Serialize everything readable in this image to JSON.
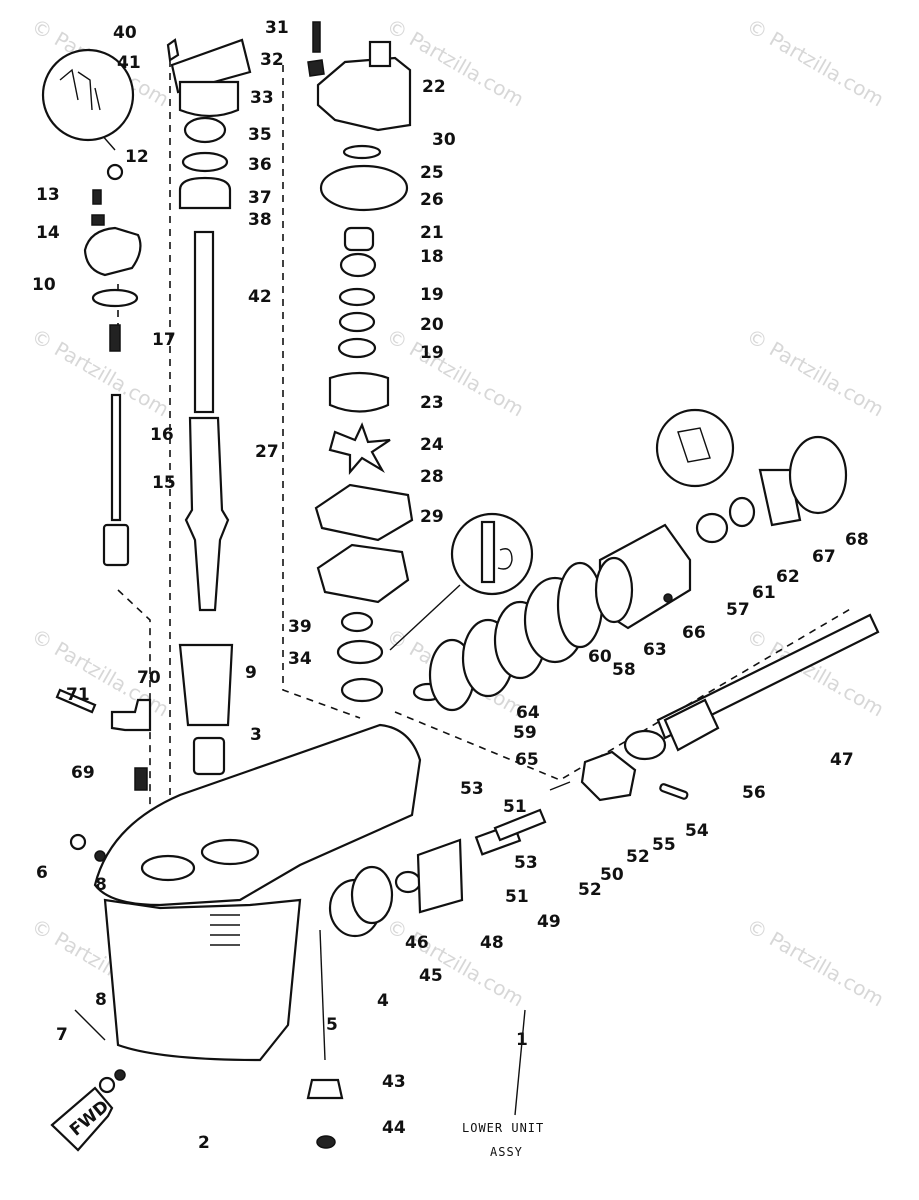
{
  "watermark": "© Partzilla.com",
  "fwd_label": "FWD",
  "assembly_label": [
    "LOWER UNIT",
    "ASSY"
  ],
  "callouts": [
    "1",
    "2",
    "3",
    "4",
    "5",
    "6",
    "7",
    "8",
    "8",
    "9",
    "10",
    "12",
    "13",
    "14",
    "15",
    "16",
    "17",
    "18",
    "19",
    "19",
    "20",
    "21",
    "22",
    "23",
    "24",
    "25",
    "26",
    "27",
    "28",
    "29",
    "30",
    "31",
    "32",
    "33",
    "34",
    "35",
    "36",
    "37",
    "38",
    "39",
    "40",
    "41",
    "42",
    "43",
    "44",
    "45",
    "46",
    "47",
    "48",
    "49",
    "50",
    "51",
    "51",
    "52",
    "52",
    "53",
    "53",
    "54",
    "55",
    "56",
    "57",
    "58",
    "59",
    "60",
    "61",
    "62",
    "63",
    "64",
    "65",
    "66",
    "67",
    "68",
    "69",
    "70",
    "71"
  ]
}
